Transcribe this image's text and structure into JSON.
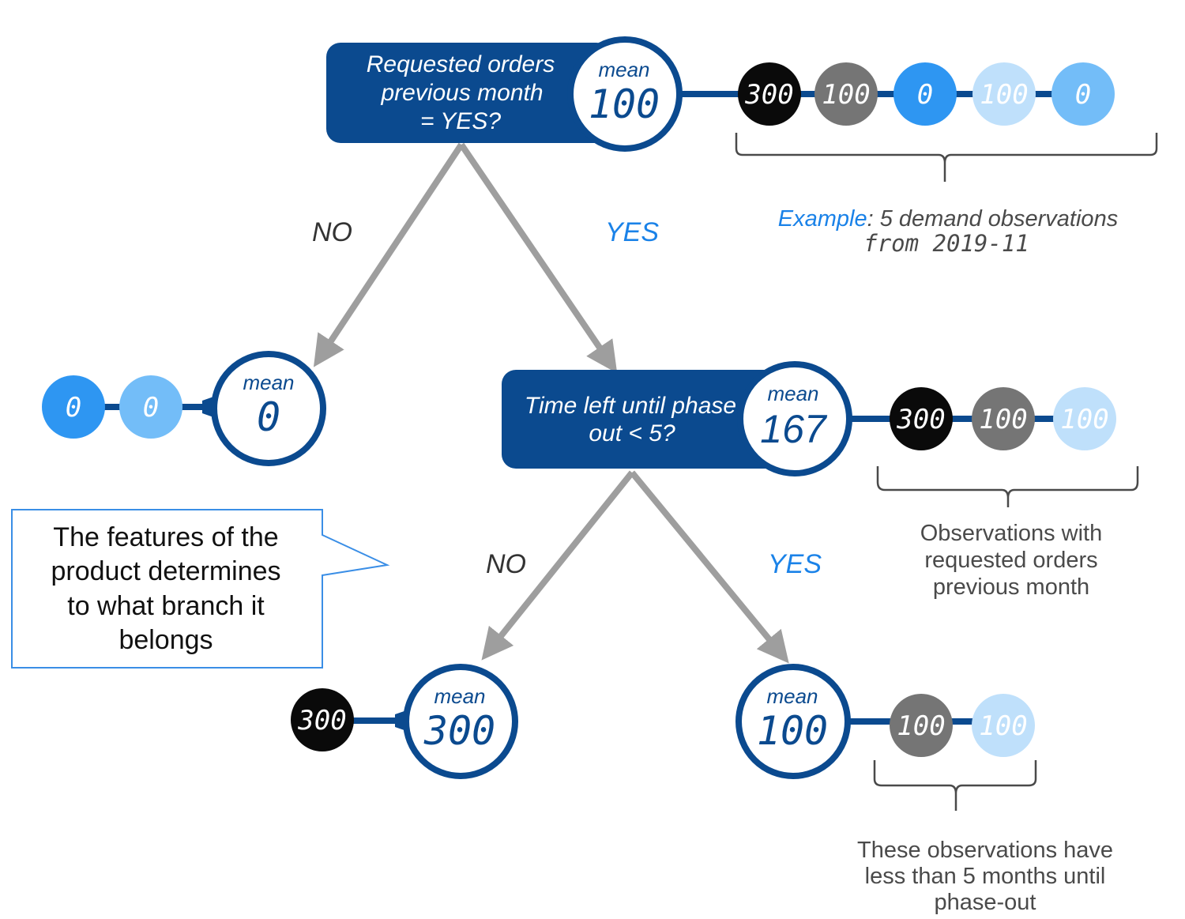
{
  "colors": {
    "node_blue": "#0b4a8f",
    "arrow_gray": "#9e9e9e",
    "yes_blue": "#1a82e8",
    "callout_border": "#3a8ee6",
    "obs_300": "#0a0a0a",
    "obs_100_dark": "#757575",
    "obs_0_blue": "#2e96f2",
    "obs_100_light": "#bfe0fb",
    "obs_0_light": "#73bdf8"
  },
  "tree": {
    "root": {
      "question_lines": [
        "Requested orders",
        "previous month",
        "= YES?"
      ],
      "mean_label": "mean",
      "mean_value": "100",
      "observations": [
        {
          "value": "300",
          "color_key": "obs_300"
        },
        {
          "value": "100",
          "color_key": "obs_100_dark"
        },
        {
          "value": "0",
          "color_key": "obs_0_blue"
        },
        {
          "value": "100",
          "color_key": "obs_100_light"
        },
        {
          "value": "0",
          "color_key": "obs_0_light"
        }
      ]
    },
    "root_no_leaf": {
      "mean_label": "mean",
      "mean_value": "0",
      "observations": [
        {
          "value": "0",
          "color_key": "obs_0_blue"
        },
        {
          "value": "0",
          "color_key": "obs_0_light"
        }
      ]
    },
    "split2": {
      "question_lines": [
        "Time left until phase",
        "out < 5?"
      ],
      "mean_label": "mean",
      "mean_value": "167",
      "observations": [
        {
          "value": "300",
          "color_key": "obs_300"
        },
        {
          "value": "100",
          "color_key": "obs_100_dark"
        },
        {
          "value": "100",
          "color_key": "obs_100_light"
        }
      ]
    },
    "split2_no_leaf": {
      "mean_label": "mean",
      "mean_value": "300",
      "observations": [
        {
          "value": "300",
          "color_key": "obs_300"
        }
      ]
    },
    "split2_yes_leaf": {
      "mean_label": "mean",
      "mean_value": "100",
      "observations": [
        {
          "value": "100",
          "color_key": "obs_100_dark"
        },
        {
          "value": "100",
          "color_key": "obs_100_light"
        }
      ]
    }
  },
  "branches": {
    "root_no": "NO",
    "root_yes": "YES",
    "split2_no": "NO",
    "split2_yes": "YES"
  },
  "annotations": {
    "example": {
      "highlight": "Example",
      "rest": ": 5 demand observations",
      "line2": "from 2019-11"
    },
    "split2_obs": [
      "Observations with",
      "requested orders",
      "previous month"
    ],
    "leaf_obs": [
      "These observations have",
      "less than 5 months until",
      "phase-out"
    ]
  },
  "callout": {
    "lines": [
      "The features of  the",
      "product determines",
      "to what branch it",
      "belongs"
    ]
  }
}
